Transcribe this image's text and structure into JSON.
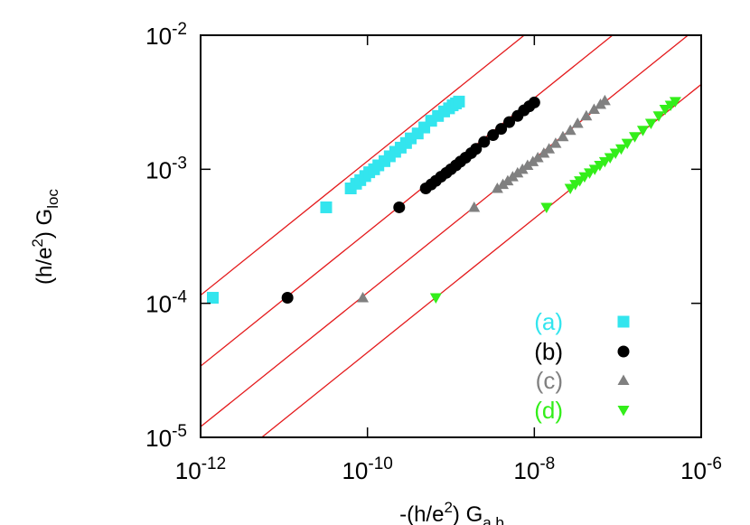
{
  "chart_data": {
    "type": "scatter",
    "xscale": "log",
    "yscale": "log",
    "xlim": [
      1e-12,
      1e-06
    ],
    "ylim": [
      1e-05,
      0.01
    ],
    "grid": false,
    "legend_position": "bottom-right",
    "xlabel": {
      "prefix": "-(h/e",
      "sup": "2",
      "mid": ") G",
      "sub": "a,b"
    },
    "ylabel": {
      "prefix": "(h/e",
      "sup": "2",
      "mid": ") G",
      "sub": "loc"
    },
    "xticks": [
      {
        "value": 1e-12,
        "base": "10",
        "exp": "-12"
      },
      {
        "value": 1e-10,
        "base": "10",
        "exp": "-10"
      },
      {
        "value": 1e-08,
        "base": "10",
        "exp": "-8"
      },
      {
        "value": 1e-06,
        "base": "10",
        "exp": "-6"
      }
    ],
    "yticks": [
      {
        "value": 1e-05,
        "base": "10",
        "exp": "-5"
      },
      {
        "value": 0.0001,
        "base": "10",
        "exp": "-4"
      },
      {
        "value": 0.001,
        "base": "10",
        "exp": "-3"
      },
      {
        "value": 0.01,
        "base": "10",
        "exp": "-2"
      }
    ],
    "fit_line_color": "#e41a1c",
    "series": [
      {
        "name": "(a)",
        "color": "#33e5ee",
        "marker": "square",
        "fit_slope": 0.5,
        "fit_coefficient": 115,
        "x": [
          1.4e-12,
          3.2e-11,
          6.3e-11,
          7.3e-11,
          8.2e-11,
          9.4e-11,
          1.05e-10,
          1.2e-10,
          1.35e-10,
          1.6e-10,
          1.85e-10,
          2.15e-10,
          2.5e-10,
          2.9e-10,
          3.3e-10,
          4e-10,
          4.8e-10,
          5.8e-10,
          7e-10,
          8.3e-10,
          9.5e-10,
          1.05e-09,
          1.15e-09,
          1.25e-09
        ],
        "y": [
          0.00011,
          0.00052,
          0.00072,
          0.00078,
          0.00083,
          0.00089,
          0.00095,
          0.001,
          0.00107,
          0.00115,
          0.00125,
          0.00135,
          0.00145,
          0.00157,
          0.0017,
          0.00185,
          0.00205,
          0.0023,
          0.0025,
          0.0027,
          0.00285,
          0.003,
          0.0031,
          0.0032
        ]
      },
      {
        "name": "(b)",
        "color": "#000000",
        "marker": "circle",
        "fit_slope": 0.5,
        "fit_coefficient": 34,
        "x": [
          1.1e-11,
          2.4e-10,
          5e-10,
          5.8e-10,
          6.6e-10,
          7.6e-10,
          8.8e-10,
          1e-09,
          1.15e-09,
          1.3e-09,
          1.5e-09,
          1.75e-09,
          2e-09,
          2.5e-09,
          3.2e-09,
          4e-09,
          5e-09,
          6.3e-09,
          7.5e-09,
          8.7e-09,
          1e-08
        ],
        "y": [
          0.00011,
          0.00052,
          0.00072,
          0.00077,
          0.00082,
          0.00088,
          0.00094,
          0.001,
          0.00107,
          0.00114,
          0.00122,
          0.00132,
          0.00142,
          0.0016,
          0.0018,
          0.002,
          0.00225,
          0.0025,
          0.00275,
          0.00295,
          0.00315
        ]
      },
      {
        "name": "(c)",
        "color": "#808080",
        "marker": "triangle-up",
        "fit_slope": 0.5,
        "fit_coefficient": 12,
        "x": [
          8.8e-11,
          1.9e-09,
          3.6e-09,
          4.2e-09,
          4.8e-09,
          5.5e-09,
          6.3e-09,
          7.2e-09,
          8.3e-09,
          9.6e-09,
          1.1e-08,
          1.3e-08,
          1.5e-08,
          1.8e-08,
          2.2e-08,
          2.7e-08,
          3.3e-08,
          4.2e-08,
          5.2e-08,
          6.2e-08,
          7e-08
        ],
        "y": [
          0.00011,
          0.00052,
          0.00072,
          0.00077,
          0.00082,
          0.00088,
          0.00094,
          0.001,
          0.00107,
          0.00114,
          0.00122,
          0.00132,
          0.00142,
          0.00156,
          0.00175,
          0.00195,
          0.0022,
          0.0025,
          0.0028,
          0.00305,
          0.00325
        ]
      },
      {
        "name": "(d)",
        "color": "#33ee1a",
        "marker": "triangle-down",
        "fit_slope": 0.5,
        "fit_coefficient": 4.3,
        "x": [
          6.6e-10,
          1.4e-08,
          2.7e-08,
          3.1e-08,
          3.5e-08,
          4e-08,
          4.6e-08,
          5.3e-08,
          6.1e-08,
          7e-08,
          8.1e-08,
          9.4e-08,
          1.1e-07,
          1.3e-07,
          1.6e-07,
          2e-07,
          2.5e-07,
          3.1e-07,
          3.7e-07,
          4.3e-07,
          4.9e-07
        ],
        "y": [
          0.00011,
          0.00052,
          0.00072,
          0.00077,
          0.00082,
          0.00088,
          0.00094,
          0.001,
          0.00107,
          0.00114,
          0.00122,
          0.00132,
          0.00142,
          0.00156,
          0.00175,
          0.00195,
          0.0022,
          0.0025,
          0.0028,
          0.003,
          0.0032
        ]
      }
    ]
  }
}
